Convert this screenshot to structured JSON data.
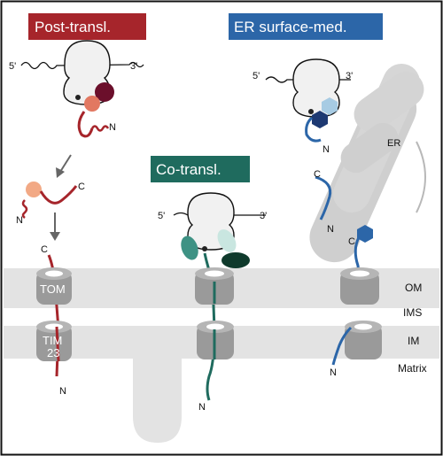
{
  "pathways": {
    "post": {
      "title": "Post-transl.",
      "color": "#a6252b"
    },
    "co": {
      "title": "Co-transl.",
      "color": "#1f6b5e"
    },
    "er": {
      "title": "ER surface-med.",
      "color": "#2c66a8"
    }
  },
  "labels": {
    "five_prime": "5'",
    "three_prime": "3'",
    "n_term": "N",
    "c_term": "C",
    "er": "ER",
    "tom": "TOM",
    "tim_line1": "TIM",
    "tim_line2": "23"
  },
  "compartments": {
    "om": "OM",
    "ims": "IMS",
    "im": "IM",
    "matrix": "Matrix"
  },
  "colors": {
    "membrane": "#e3e3e3",
    "er_fill": "#cfcfcf",
    "complex": "#9a9a9a",
    "ribosome_fill": "#f1f1f1",
    "post_chain": "#a6252b",
    "post_dark": "#6b0f2b",
    "post_light": "#e27861",
    "co_chain": "#1f6b5e",
    "co_light": "#c9e6e0",
    "co_dark": "#0f3a2c",
    "co_mid": "#3e9284",
    "er_chain": "#2c66a8",
    "er_light": "#a7cbe3",
    "er_dark": "#1d3972"
  }
}
